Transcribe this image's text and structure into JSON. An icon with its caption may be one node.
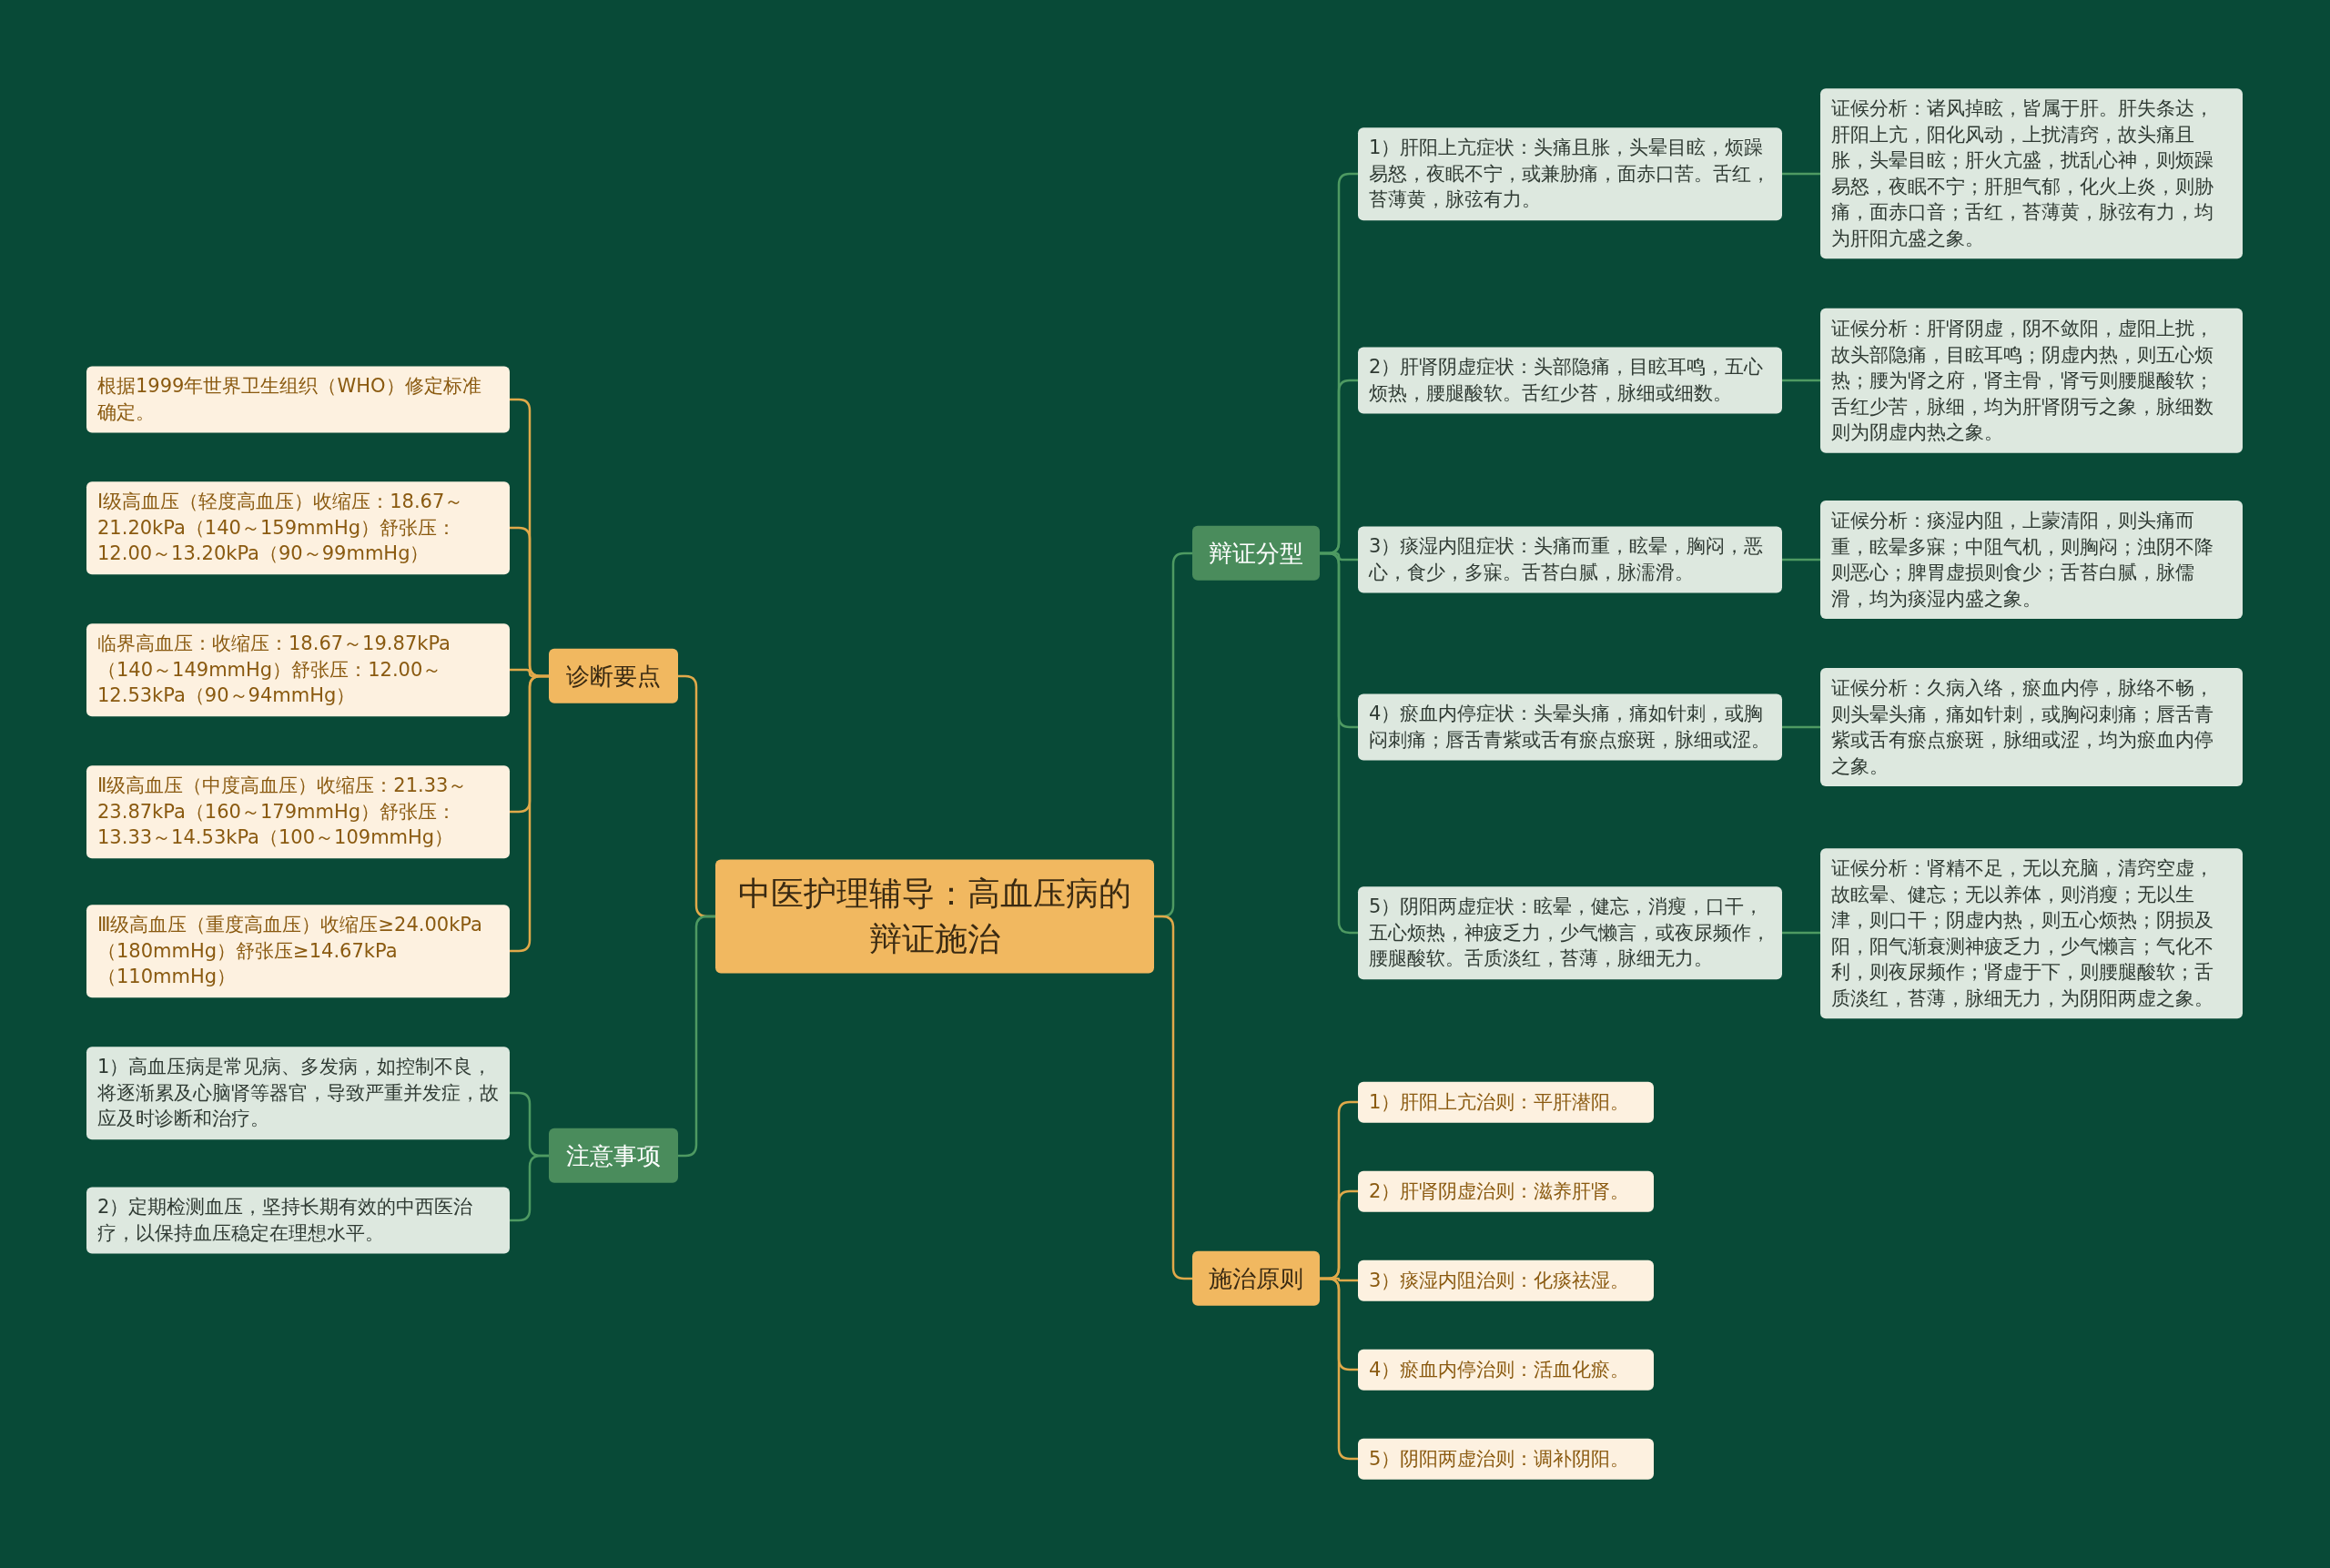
{
  "diagram": {
    "nodes": [
      {
        "text": [
          "中医护理辅导：高血压病的辩证施治"
        ]
      },
      {
        "text": [
          "诊断要点"
        ]
      },
      {
        "text": [
          "根据1999年世界卫生组织（WHO）修定标准确定。"
        ]
      },
      {
        "text": [
          "Ⅰ级高血压（轻度高血压）收缩压：18.67～21.20kPa（140～159mmHg）舒张压：12.00～13.20kPa（90～99mmHg）"
        ]
      },
      {
        "text": [
          "临界高血压：收缩压：18.67～19.87kPa（140～149mmHg）舒张压：12.00～12.53kPa（90～94mmHg）"
        ]
      },
      {
        "text": [
          "Ⅱ级高血压（中度高血压）收缩压：21.33～23.87kPa（160～179mmHg）舒张压：13.33～14.53kPa（100～109mmHg）"
        ]
      },
      {
        "text": [
          "Ⅲ级高血压（重度高血压）收缩压≥24.00kPa（180mmHg）舒张压≥14.67kPa（110mmHg）"
        ]
      },
      {
        "text": [
          "注意事项"
        ]
      },
      {
        "text": [
          "1）高血压病是常见病、多发病，如控制不良，将逐渐累及心脑肾等器官，导致严重并发症，故应及时诊断和治疗。"
        ]
      },
      {
        "text": [
          "2）定期检测血压，坚持长期有效的中西医治疗，以保持血压稳定在理想水平。"
        ]
      },
      {
        "text": [
          "辩证分型"
        ]
      },
      {
        "text": [
          "1）肝阳上亢症状：头痛且胀，头晕目眩，烦躁易怒，夜眠不宁，或兼胁痛，面赤口苦。舌红，苔薄黄，脉弦有力。"
        ]
      },
      {
        "text": [
          "证候分析：诸风掉眩，皆属于肝。肝失条达，肝阳上亢，阳化风动，上扰清窍，故头痛且胀，头晕目眩；肝火亢盛，扰乱心神，则烦躁易怒，夜眠不宁；肝胆气郁，化火上炎，则胁痛，面赤口音；舌红，苔薄黄，脉弦有力，均为肝阳亢盛之象。"
        ]
      },
      {
        "text": [
          "2）肝肾阴虚症状：头部隐痛，目眩耳鸣，五心烦热，腰腿酸软。舌红少苔，脉细或细数。"
        ]
      },
      {
        "text": [
          "证候分析：肝肾阴虚，阴不敛阳，虚阳上扰，故头部隐痛，目眩耳鸣；阴虚内热，则五心烦热；腰为肾之府，肾主骨，肾亏则腰腿酸软；舌红少苦，脉细，均为肝肾阴亏之象，脉细数则为阴虚内热之象。"
        ]
      },
      {
        "text": [
          "3）痰湿内阻症状：头痛而重，眩晕，胸闷，恶心，食少，多寐。舌苔白腻，脉濡滑。"
        ]
      },
      {
        "text": [
          "证候分析：痰湿内阻，上蒙清阳，则头痛而重，眩晕多寐；中阻气机，则胸闷；浊阴不降则恶心；脾胃虚损则食少；舌苔白腻，脉儒滑，均为痰湿内盛之象。"
        ]
      },
      {
        "text": [
          "4）瘀血内停症状：头晕头痛，痛如针刺，或胸闷刺痛；唇舌青紫或舌有瘀点瘀斑，脉细或涩。"
        ]
      },
      {
        "text": [
          "证候分析：久病入络，瘀血内停，脉络不畅，则头晕头痛，痛如针刺，或胸闷刺痛；唇舌青紫或舌有瘀点瘀斑，脉细或涩，均为瘀血内停之象。"
        ]
      },
      {
        "text": [
          "5）阴阳两虚症状：眩晕，健忘，消瘦，口干，五心烦热，神疲乏力，少气懒言，或夜尿频作，腰腿酸软。舌质淡红，苔薄，脉细无力。"
        ]
      },
      {
        "text": [
          "证候分析：肾精不足，无以充脑，清窍空虚，故眩晕、健忘；无以养体，则消瘦；无以生津，则口干；阴虚内热，则五心烦热；阴损及阳，阳气渐衰测神疲乏力，少气懒言；气化不利，则夜尿频作；肾虚于下，则腰腿酸软；舌质淡红，苔薄，脉细无力，为阴阳两虚之象。"
        ]
      },
      {
        "text": [
          "施治原则"
        ]
      },
      {
        "text": [
          "1）肝阳上亢治则：平肝潜阳。"
        ]
      },
      {
        "text": [
          "2）肝肾阴虚治则：滋养肝肾。"
        ]
      },
      {
        "text": [
          "3）痰湿内阻治则：化痰祛湿。"
        ]
      },
      {
        "text": [
          "4）瘀血内停治则：活血化瘀。"
        ]
      },
      {
        "text": [
          "5）阴阳两虚治则：调补阴阳。"
        ]
      }
    ],
    "edges": [
      {
        "from": 0,
        "to": 1,
        "arrow": "none",
        "color": "#e0a94a"
      },
      {
        "from": 1,
        "to": 2,
        "arrow": "none",
        "color": "#e0a94a"
      },
      {
        "from": 1,
        "to": 3,
        "arrow": "none",
        "color": "#e0a94a"
      },
      {
        "from": 1,
        "to": 4,
        "arrow": "none",
        "color": "#e0a94a"
      },
      {
        "from": 1,
        "to": 5,
        "arrow": "none",
        "color": "#e0a94a"
      },
      {
        "from": 1,
        "to": 6,
        "arrow": "none",
        "color": "#e0a94a"
      },
      {
        "from": 0,
        "to": 7,
        "arrow": "none"
      },
      {
        "from": 7,
        "to": 8,
        "arrow": "none"
      },
      {
        "from": 7,
        "to": 9,
        "arrow": "none"
      },
      {
        "from": 0,
        "to": 10,
        "arrow": "none"
      },
      {
        "from": 10,
        "to": 11,
        "arrow": "none"
      },
      {
        "from": 11,
        "to": 12,
        "arrow": "none"
      },
      {
        "from": 10,
        "to": 13,
        "arrow": "none"
      },
      {
        "from": 13,
        "to": 14,
        "arrow": "none"
      },
      {
        "from": 10,
        "to": 15,
        "arrow": "none"
      },
      {
        "from": 15,
        "to": 16,
        "arrow": "none"
      },
      {
        "from": 10,
        "to": 17,
        "arrow": "none"
      },
      {
        "from": 17,
        "to": 18,
        "arrow": "none"
      },
      {
        "from": 10,
        "to": 19,
        "arrow": "none"
      },
      {
        "from": 19,
        "to": 20,
        "arrow": "none"
      },
      {
        "from": 0,
        "to": 21,
        "arrow": "none",
        "color": "#e0a94a"
      },
      {
        "from": 21,
        "to": 22,
        "arrow": "none",
        "color": "#e0a94a"
      },
      {
        "from": 21,
        "to": 23,
        "arrow": "none",
        "color": "#e0a94a"
      },
      {
        "from": 21,
        "to": 24,
        "arrow": "none",
        "color": "#e0a94a"
      },
      {
        "from": 21,
        "to": 25,
        "arrow": "none",
        "color": "#e0a94a"
      },
      {
        "from": 21,
        "to": 26,
        "arrow": "none",
        "color": "#e0a94a"
      }
    ]
  }
}
